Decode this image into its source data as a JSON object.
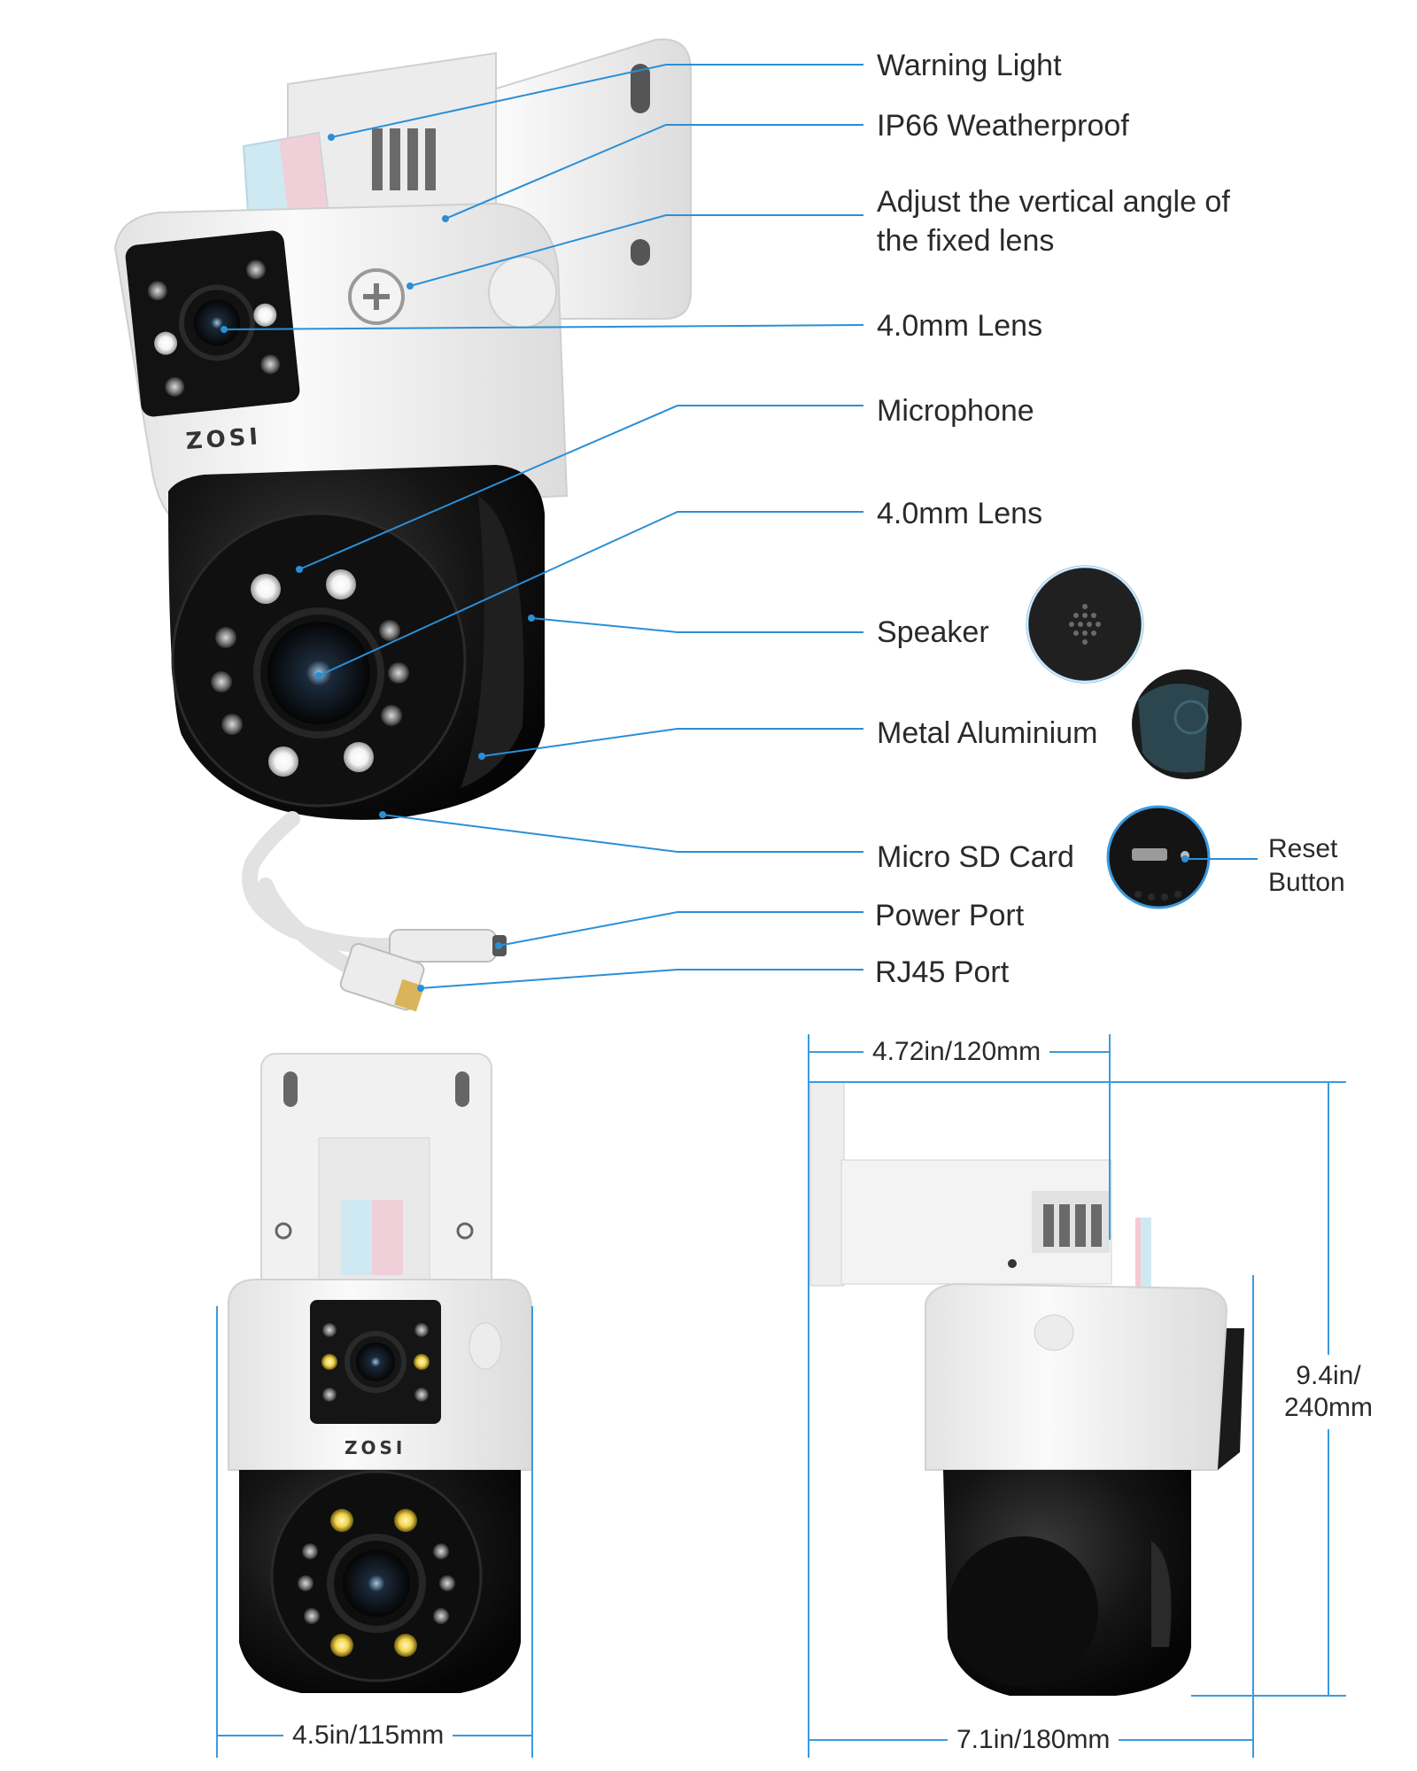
{
  "callouts": {
    "warning_light": "Warning Light",
    "weatherproof": "IP66 Weatherproof",
    "vertical_angle": "Adjust the vertical angle of the fixed lens",
    "lens_top": "4.0mm Lens",
    "microphone": "Microphone",
    "lens_bottom": "4.0mm Lens",
    "speaker": "Speaker",
    "metal": "Metal Aluminium",
    "sd_card": "Micro SD Card",
    "reset": "Reset Button",
    "power_port": "Power Port",
    "rj45_port": "RJ45 Port"
  },
  "brand": "ZOSI",
  "dimensions": {
    "front_width": "4.5in/115mm",
    "side_top_width": "4.72in/120mm",
    "side_height": "9.4in/ 240mm",
    "side_depth": "7.1in/180mm"
  },
  "colors": {
    "callout_line": "#2a8fd6",
    "dim_line": "#3a9be0",
    "housing_white": "#f2f2f2",
    "dome_black": "#111111",
    "led_warm": "#f2d34a"
  },
  "icons": {
    "speaker_inset": "speaker-grille-icon",
    "metal_inset": "aluminium-shell-icon",
    "reset_inset": "sd-slot-icon"
  }
}
